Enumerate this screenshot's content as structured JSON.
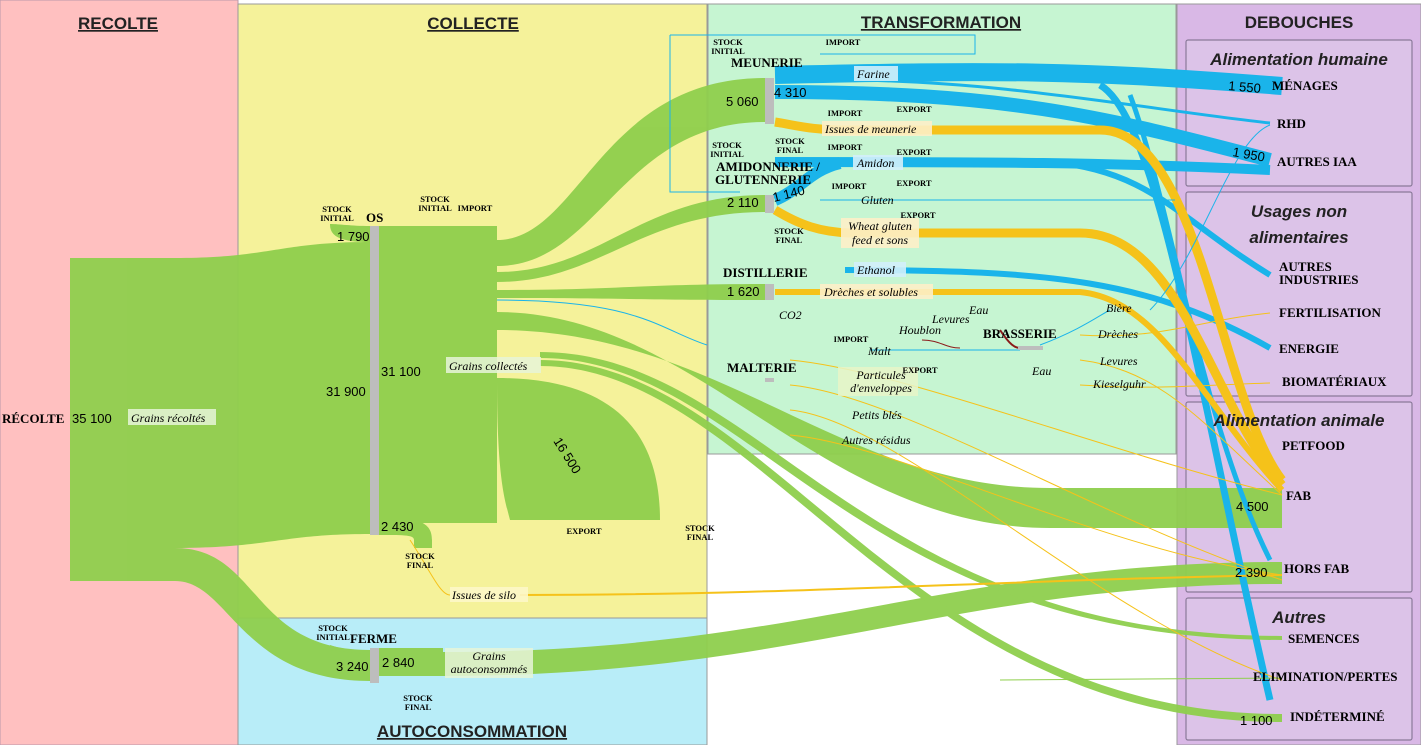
{
  "sections": {
    "recolte": "RECOLTE",
    "collecte": "COLLECTE",
    "transformation": "TRANSFORMATION",
    "debouches": "DEBOUCHES",
    "autoconsommation": "AUTOCONSOMMATION"
  },
  "categories": {
    "alim_humaine": "Alimentation humaine",
    "usages_non_alim_1": "Usages non",
    "usages_non_alim_2": "alimentaires",
    "alim_animale": "Alimentation animale",
    "autres": "Autres"
  },
  "nodes": {
    "recolte": "RÉCOLTE",
    "os": "OS",
    "ferme": "FERME",
    "meunerie": "MEUNERIE",
    "amidonnerie_1": "AMIDONNERIE /",
    "amidonnerie_2": "GLUTENNERIE",
    "distillerie": "DISTILLERIE",
    "malterie": "MALTERIE",
    "brasserie": "BRASSERIE"
  },
  "destinations": {
    "menages": "MÉNAGES",
    "rhd": "RHD",
    "autres_iaa": "AUTRES IAA",
    "autres_industries_1": "AUTRES",
    "autres_industries_2": "INDUSTRIES",
    "fertilisation": "FERTILISATION",
    "energie": "ENERGIE",
    "biomateriaux": "BIOMATÉRIAUX",
    "petfood": "PETFOOD",
    "fab": "FAB",
    "hors_fab": "HORS FAB",
    "semences": "SEMENCES",
    "elimination": "ELIMINATION/PERTES",
    "indetermine": "INDÉTERMINÉ"
  },
  "small_labels": {
    "stock": "STOCK",
    "initial": "INITIAL",
    "final": "FINAL",
    "import": "IMPORT",
    "export": "EXPORT"
  },
  "flow_labels": {
    "grains_recoltes": "Grains récoltés",
    "grains_collectes": "Grains collectés",
    "grains_autoconsommes_1": "Grains",
    "grains_autoconsommes_2": "autoconsommés",
    "issues_de_silo": "Issues de silo",
    "farine": "Farine",
    "issues_de_meunerie": "Issues de meunerie",
    "amidon": "Amidon",
    "gluten": "Gluten",
    "wheat_gluten_1": "Wheat gluten",
    "wheat_gluten_2": "feed et sons",
    "ethanol": "Ethanol",
    "dreches_solubles": "Drèches et solubles",
    "co2": "CO2",
    "malt": "Malt",
    "particules_1": "Particules",
    "particules_2": "d'enveloppes",
    "petits_bles": "Petits blés",
    "autres_residus": "Autres résidus",
    "houblon": "Houblon",
    "levures_in": "Levures",
    "eau_in": "Eau",
    "eau_out": "Eau",
    "biere": "Bière",
    "dreches": "Drèches",
    "levures_out": "Levures",
    "kieselguhr": "Kieselguhr"
  },
  "values": {
    "recolte": "35 100",
    "os_stock_initial": "1 790",
    "os_in": "31 900",
    "os_out": "31 100",
    "os_stock_final": "2 430",
    "export": "16 500",
    "ferme_in": "3 240",
    "ferme_out": "2 840",
    "meunerie_in": "5 060",
    "meunerie_out": "4 310",
    "amidonnerie": "1 140",
    "amidonnerie_in": "2 110",
    "distillerie": "1 620",
    "menages": "1 550",
    "autres_iaa": "1 950",
    "fab": "4 500",
    "hors_fab": "2 390",
    "indetermine": "1 100"
  },
  "colors": {
    "recolte_bg": "#ffc0c0",
    "collecte_bg": "#f5f29a",
    "transformation_bg": "#c6f5d2",
    "debouches_bg": "#d9b8e6",
    "autoconso_bg": "#b8edf8",
    "grain_flow": "#8fcf4d",
    "farine_flow": "#1ab4ea",
    "issues_flow": "#f5c21a",
    "node_bar": "#bdbdbd"
  }
}
